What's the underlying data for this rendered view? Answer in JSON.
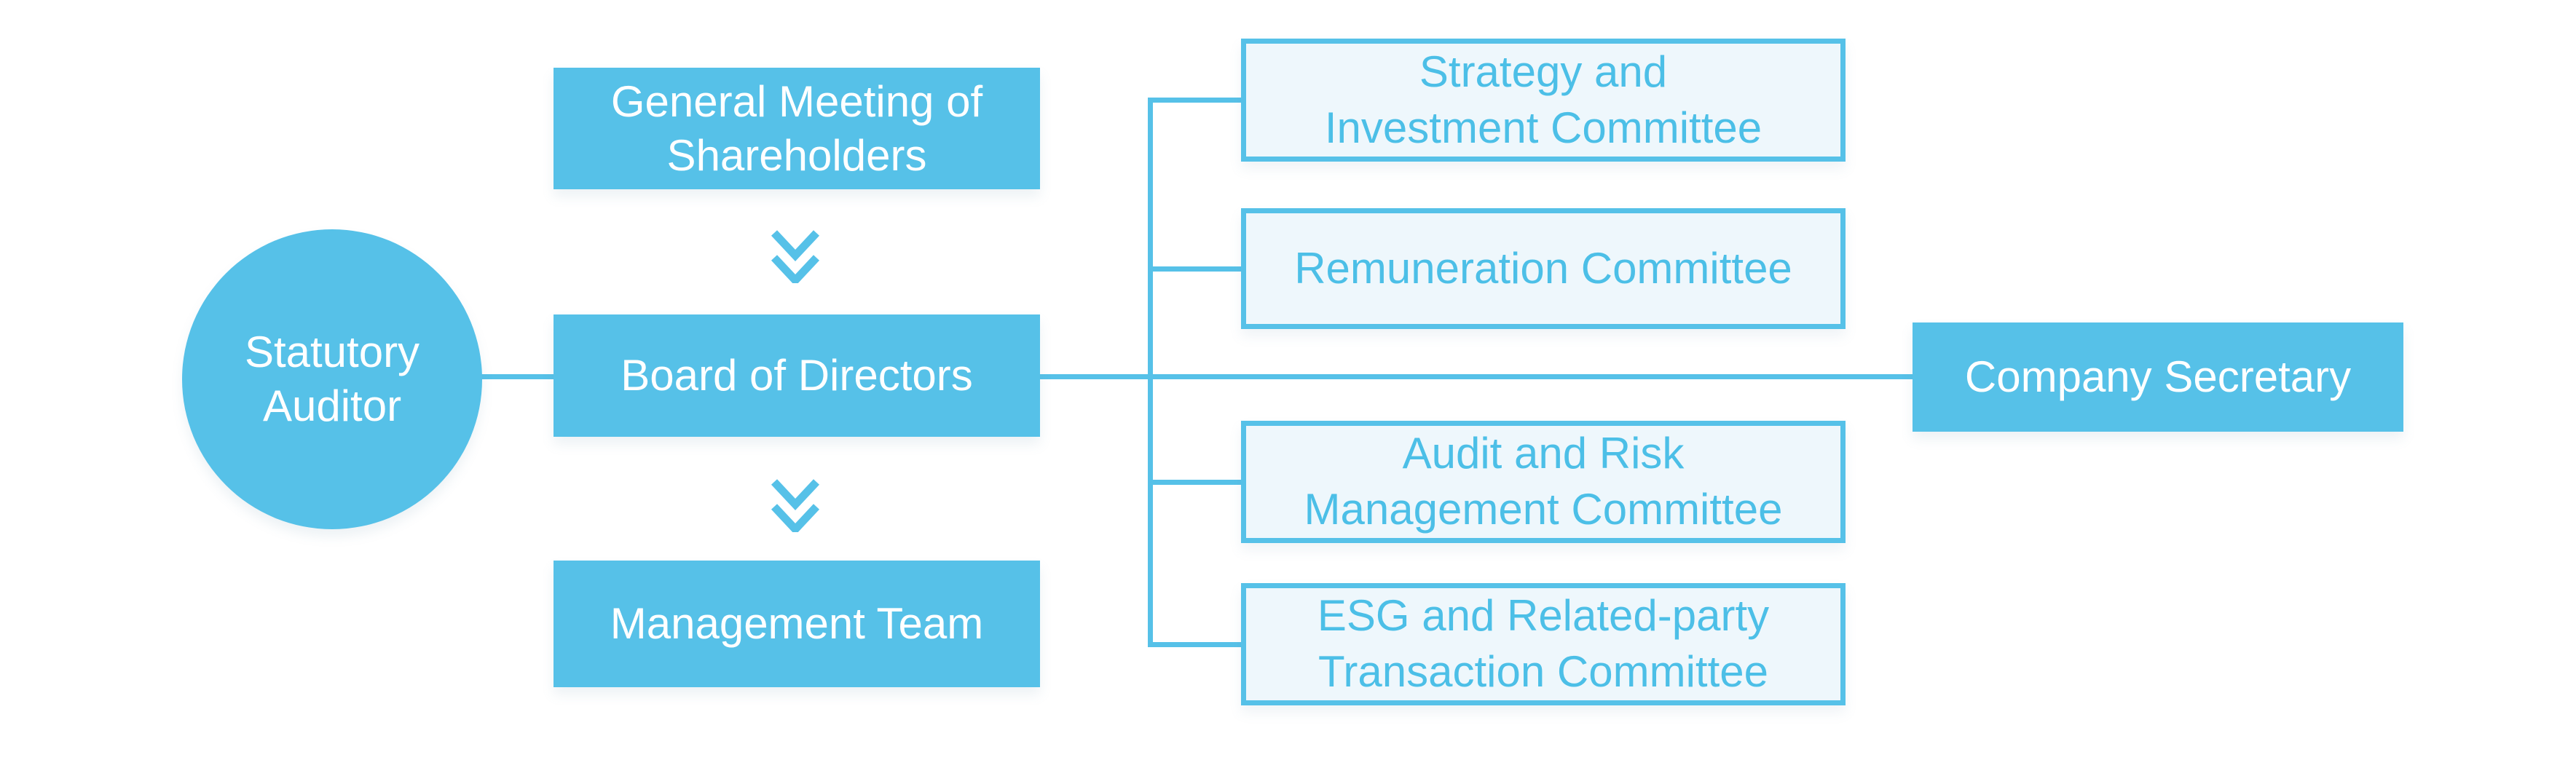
{
  "colors": {
    "primary_blue": "#56C1E8",
    "committee_fill": "#EEF7FC",
    "committee_text": "#4CBFE7",
    "solid_label_text": "#FFFFFF",
    "background": "#FFFFFF"
  },
  "diagram": {
    "statutory_auditor": {
      "label": "Statutory\nAuditor"
    },
    "general_meeting": {
      "label": "General Meeting of\nShareholders"
    },
    "board": {
      "label": "Board of Directors"
    },
    "management": {
      "label": "Management Team"
    },
    "company_secretary": {
      "label": "Company Secretary"
    },
    "committees": [
      {
        "label": "Strategy and\nInvestment Committee"
      },
      {
        "label": "Remuneration Committee"
      },
      {
        "label": "Audit and Risk\nManagement Committee"
      },
      {
        "label": "ESG and Related-party\nTransaction Committee"
      }
    ],
    "icons": {
      "flow_arrow": "double-chevron-down"
    }
  }
}
